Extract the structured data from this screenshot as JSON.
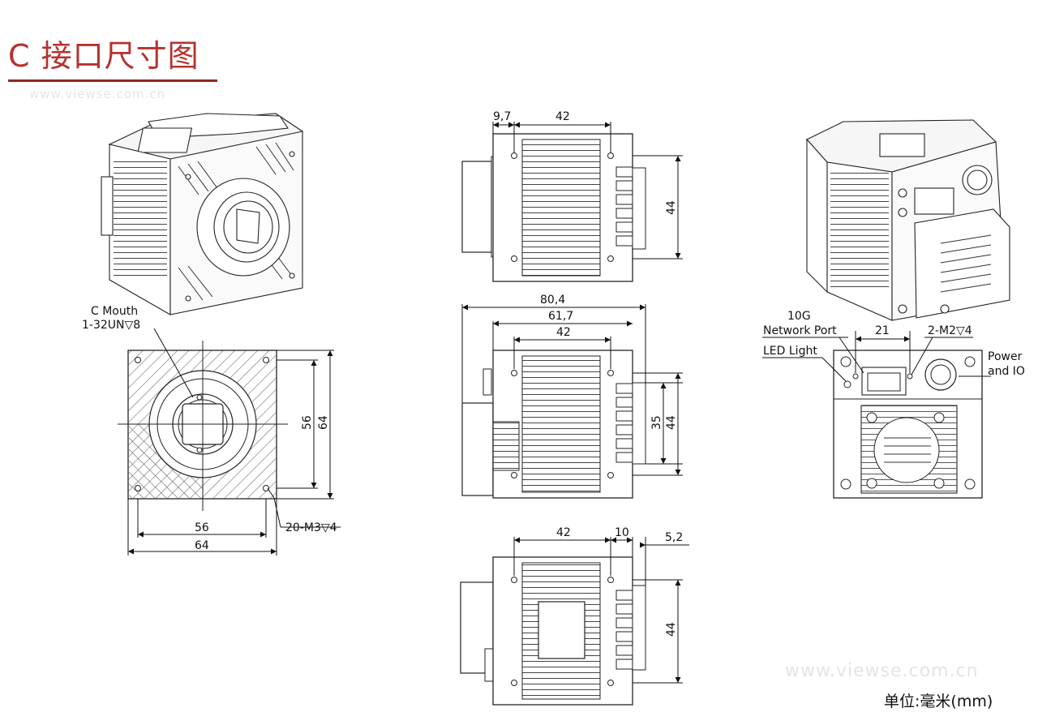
{
  "title": "C 接口尺寸图",
  "watermark": "www.viewse.com.cn",
  "unit": "单位:毫米(mm)",
  "front_view": {
    "c_mouth_label": "C Mouth",
    "thread_label": "1-32UN▽8",
    "screw_label": "20-M3▽4",
    "dim_56_h": "56",
    "dim_64_h": "64",
    "dim_56_v": "56",
    "dim_64_v": "64"
  },
  "top_view": {
    "dim_97": "9,7",
    "dim_42": "42",
    "dim_44": "44"
  },
  "side_view": {
    "dim_804": "80,4",
    "dim_617": "61,7",
    "dim_42": "42",
    "dim_35": "35",
    "dim_44": "44"
  },
  "bottom_view": {
    "dim_42": "42",
    "dim_10": "10",
    "dim_52": "5,2",
    "dim_44": "44"
  },
  "rear_view": {
    "ten_g": "10G",
    "network_port": "Network Port",
    "led_light": "LED Light",
    "dim_21": "21",
    "m2_label": "2-M2▽4",
    "power": "Power",
    "and_io": "and IO"
  }
}
